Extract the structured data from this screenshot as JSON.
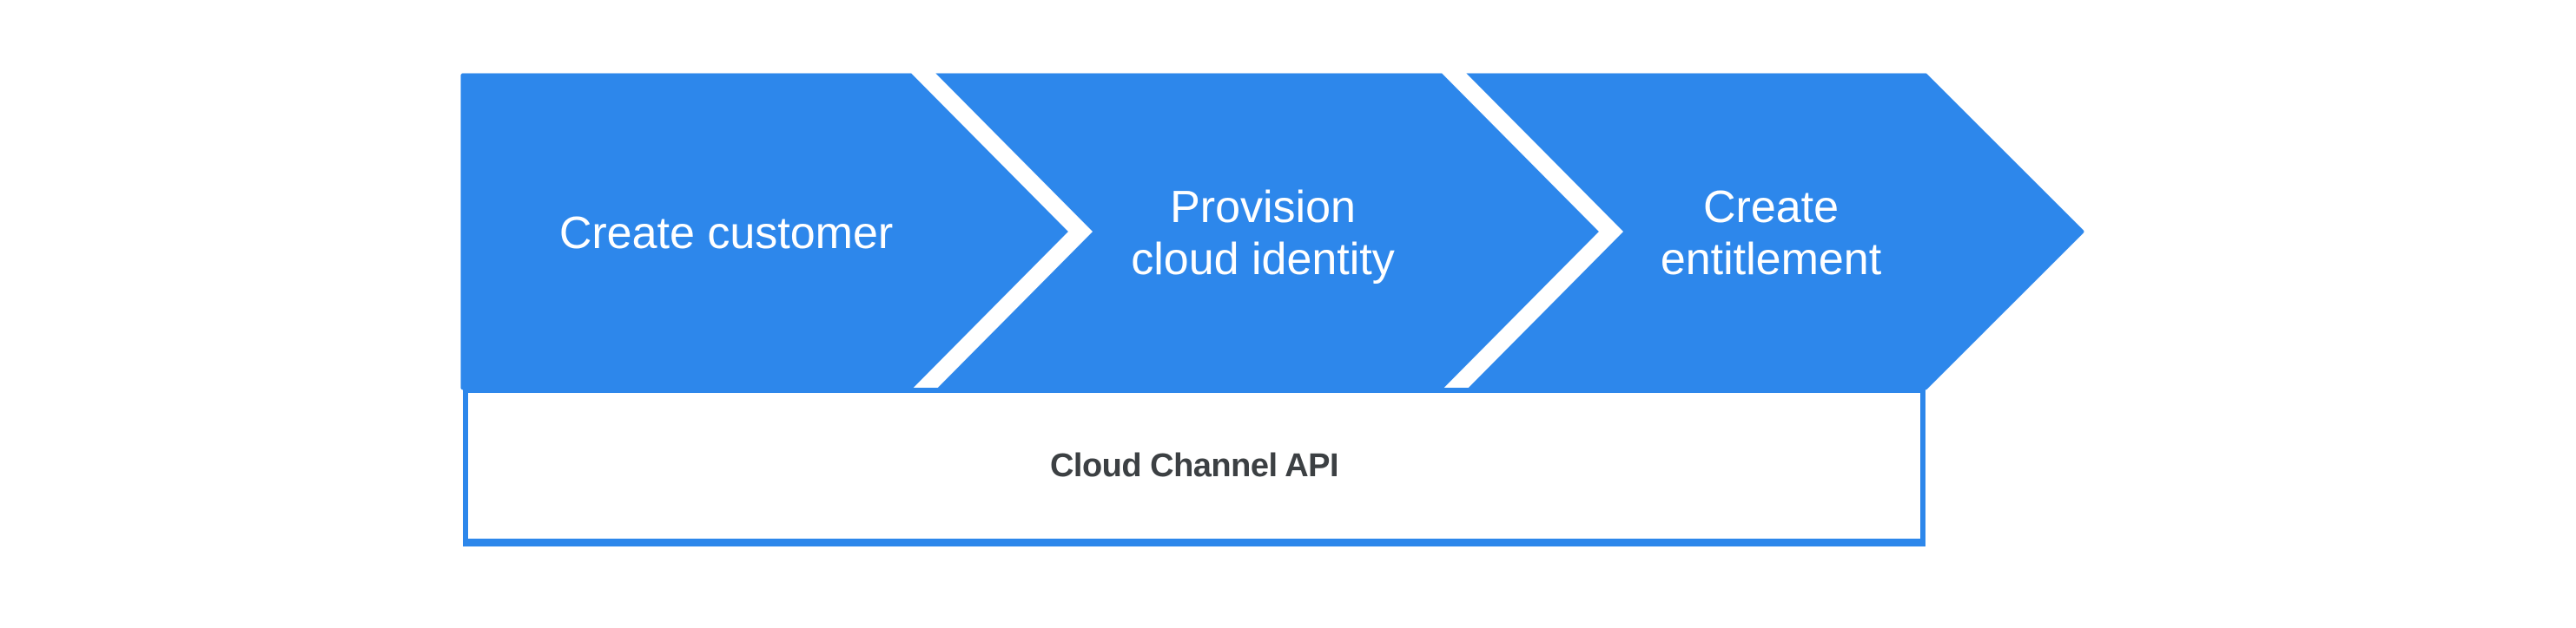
{
  "diagram": {
    "type": "process-flow-chevrons",
    "steps": [
      {
        "label": "Create customer"
      },
      {
        "label": "Provision\ncloud identity"
      },
      {
        "label": "Create\nentitlement"
      }
    ],
    "api_box": {
      "label": "Cloud Channel API"
    },
    "colors": {
      "arrow_fill": "#2d87eb",
      "separator": "#ffffff",
      "step_label_text": "#ffffff",
      "api_box_background": "#ffffff",
      "api_box_border": "#2d87eb",
      "api_label_text": "#3c4043",
      "page_background": "#ffffff"
    }
  }
}
